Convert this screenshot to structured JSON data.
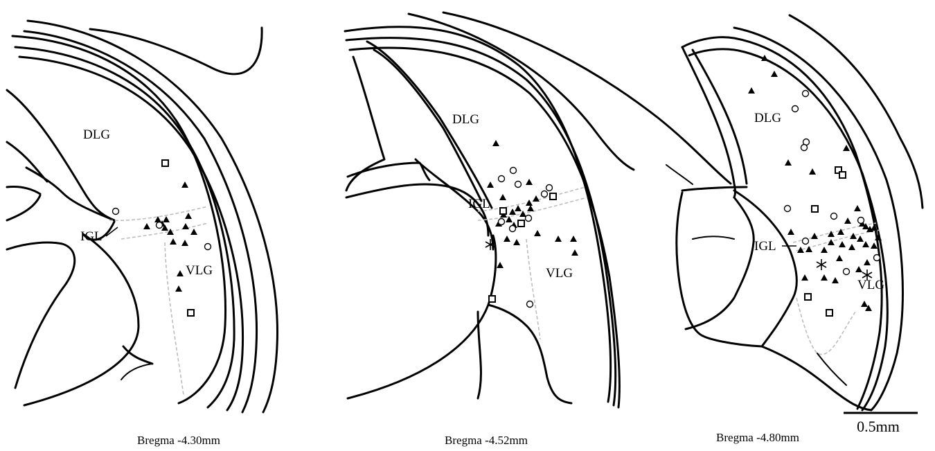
{
  "panels": [
    {
      "regions": {
        "dlg": "DLG",
        "igl": "IGL",
        "vlg": "VLG"
      },
      "caption": "Bregma -4.30mm"
    },
    {
      "regions": {
        "dlg": "DLG",
        "igl": "IGL",
        "vlg": "VLG"
      },
      "caption": "Bregma -4.52mm"
    },
    {
      "regions": {
        "dlg": "DLG",
        "igl": "IGL",
        "vlg": "VLG"
      },
      "caption": "Bregma -4.80mm"
    }
  ],
  "scale_bar": {
    "label": "0.5mm"
  },
  "colors": {
    "ink": "#000000",
    "boundary": "#bdbdbd"
  }
}
